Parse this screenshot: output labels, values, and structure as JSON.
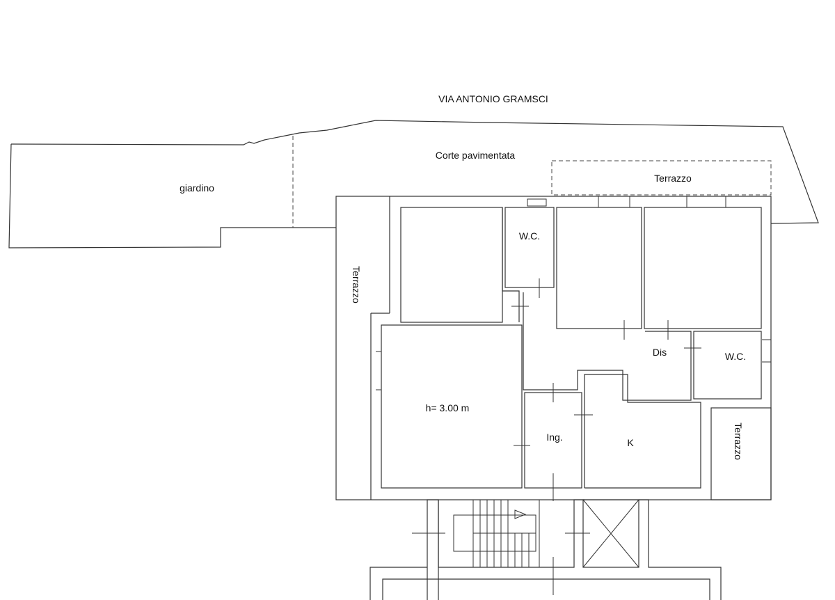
{
  "plan": {
    "street": "VIA ANTONIO GRAMSCI",
    "courtyard": "Corte pavimentata",
    "garden": "giardino",
    "rooms": {
      "terrace_top": "Terrazzo",
      "terrace_left": "Terrazzo",
      "terrace_right": "Terrazzo",
      "wc_top": "W.C.",
      "wc_right": "W.C.",
      "hallway": "Dis",
      "living_height": "h= 3.00 m",
      "entrance": "Ing.",
      "kitchen": "K"
    }
  }
}
